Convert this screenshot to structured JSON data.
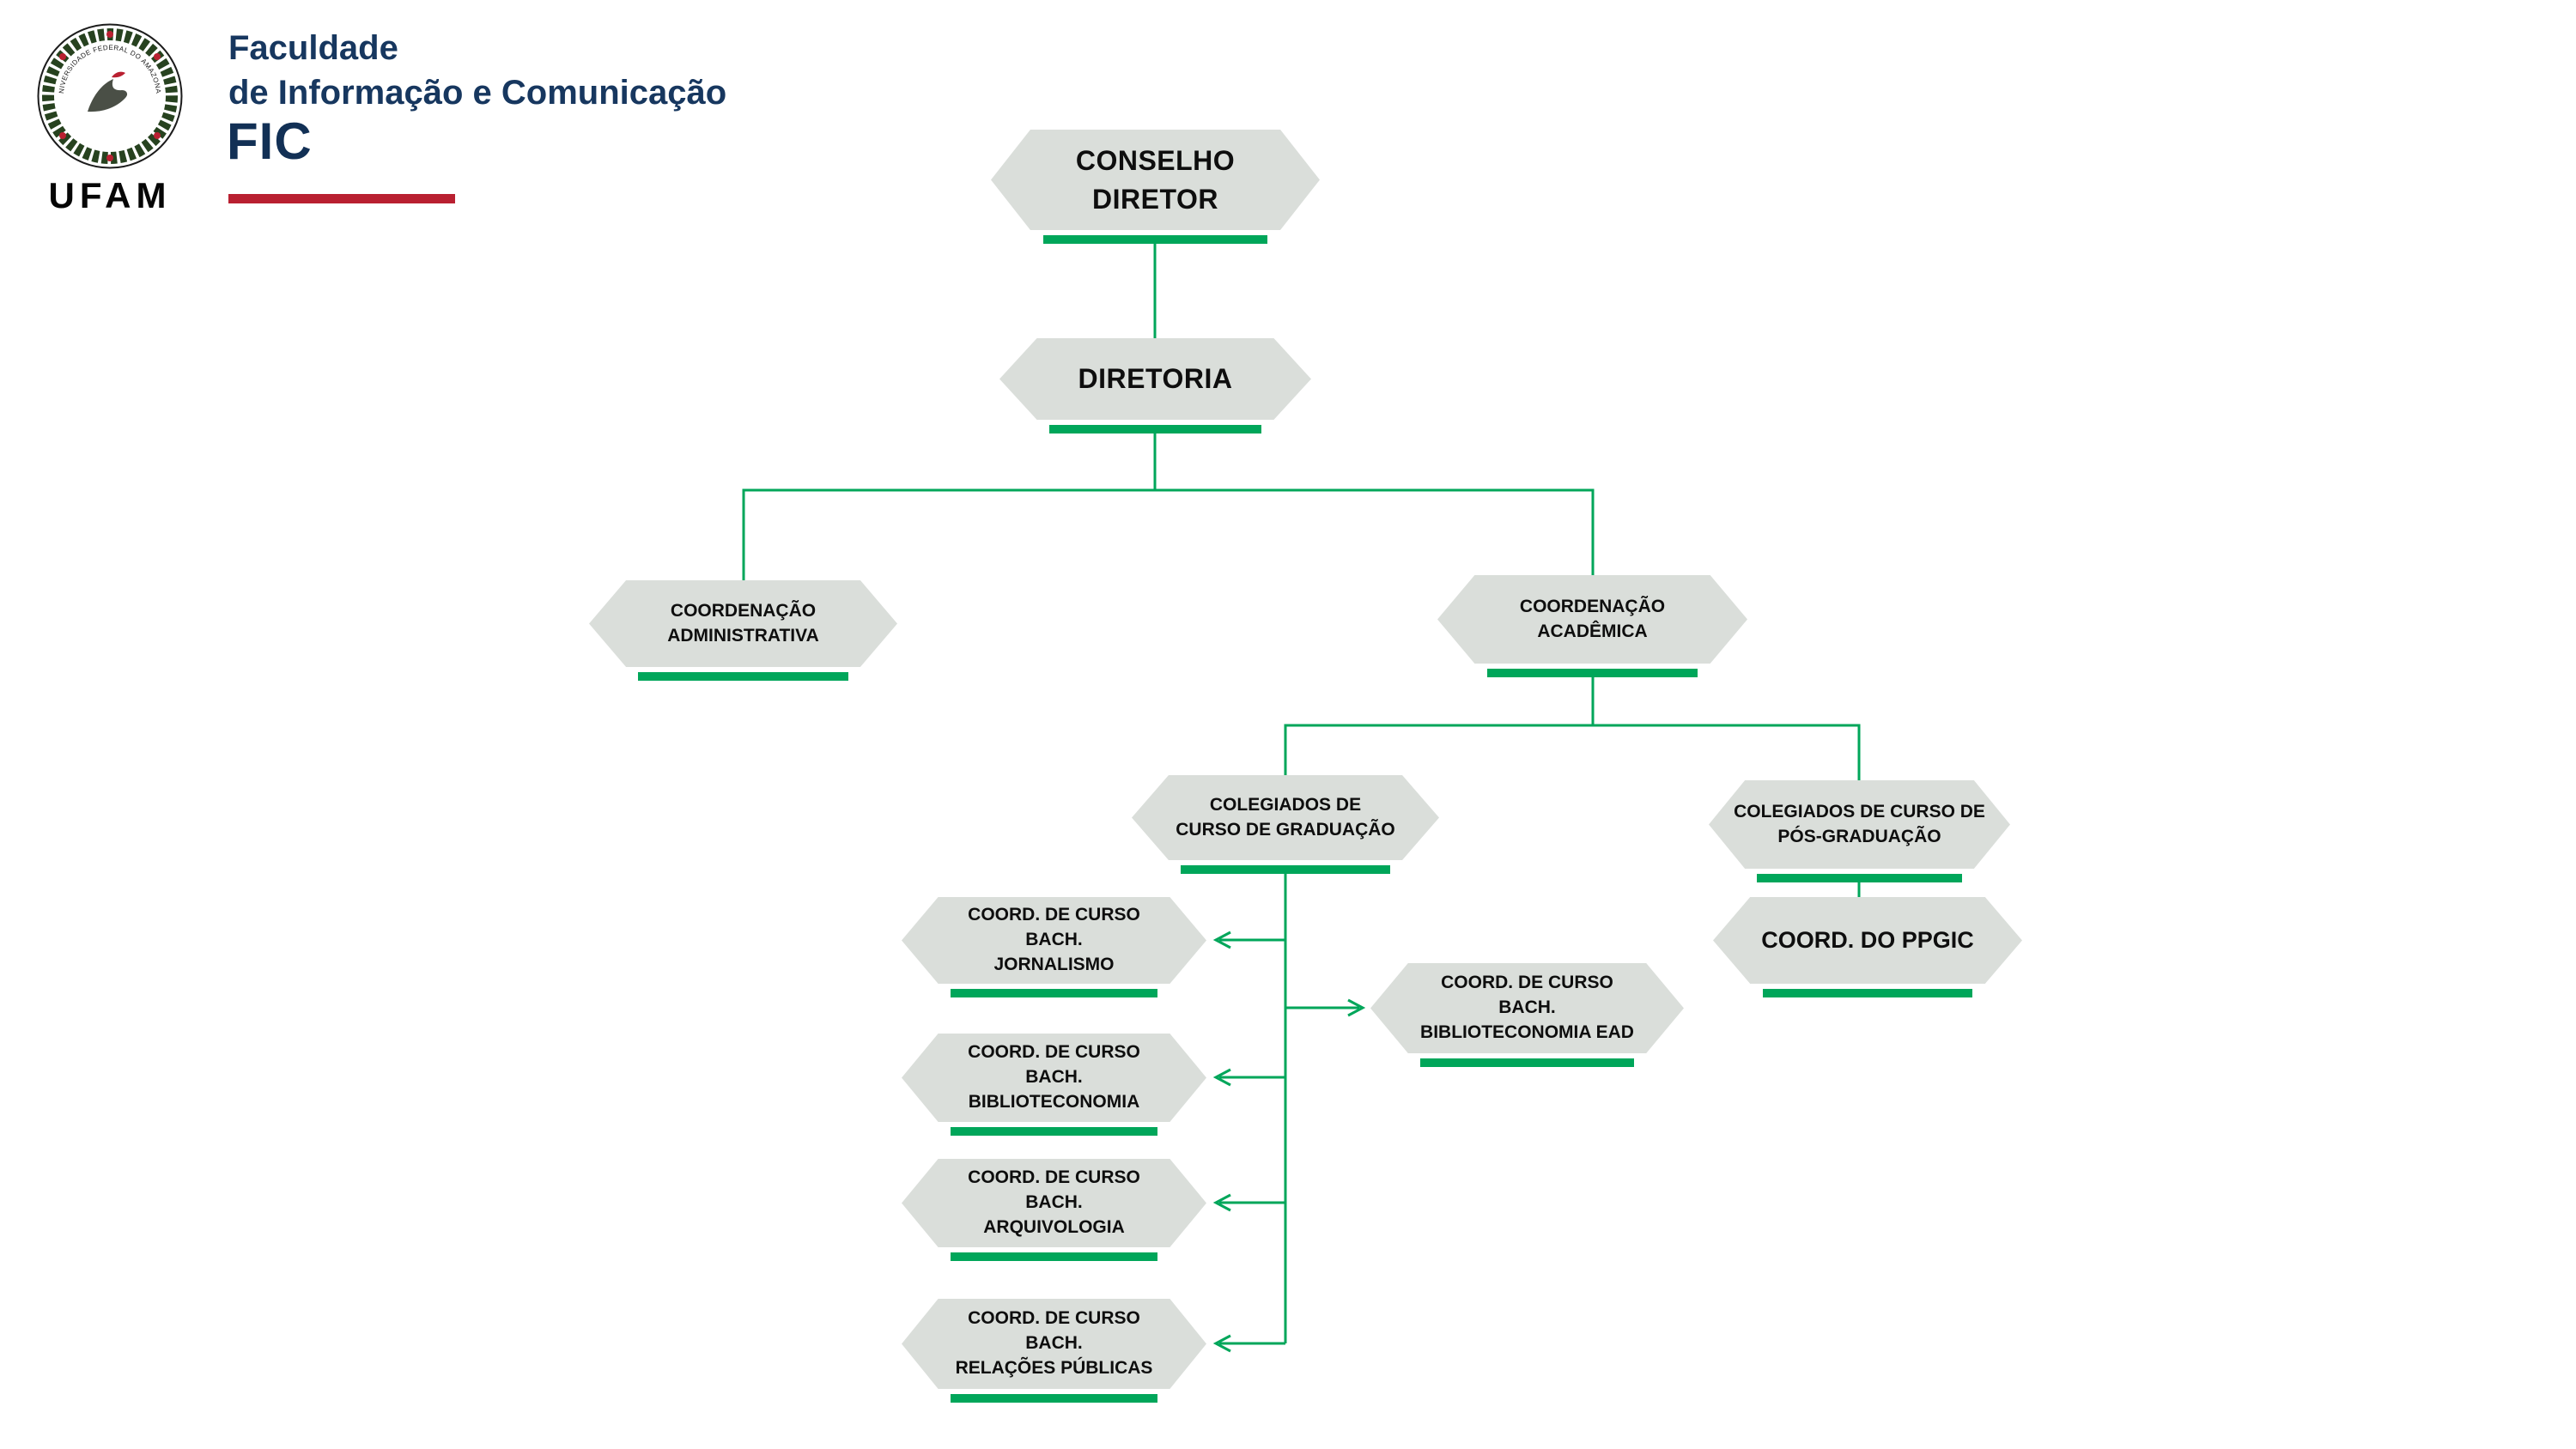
{
  "header": {
    "brand": {
      "line1": "Faculdade",
      "line2": "de Informação e Comunicação",
      "acronym": "FIC"
    },
    "logo": {
      "university": "UFAM",
      "seal_text": "UNIVERSIDADE FEDERAL DO AMAZONAS"
    }
  },
  "colors": {
    "node_fill": "#dadeda",
    "connector_green": "#00a65a",
    "brand_navy": "#17375f",
    "accent_red": "#b92031"
  },
  "org": {
    "nodes": {
      "conselho": {
        "label": "CONSELHO\nDIRETOR"
      },
      "diretoria": {
        "label": "DIRETORIA"
      },
      "coord_administrativa": {
        "label": "COORDENAÇÃO\nADMINISTRATIVA"
      },
      "coord_academica": {
        "label": "COORDENAÇÃO\nACADÊMICA"
      },
      "colegiados_graduacao": {
        "label": "COLEGIADOS DE\nCURSO DE GRADUAÇÃO"
      },
      "colegiados_pos": {
        "label": "COLEGIADOS DE CURSO DE\nPÓS-GRADUAÇÃO"
      },
      "coord_ppgic": {
        "label": "COORD. DO PPGIC"
      },
      "coord_jornalismo": {
        "label": "COORD. DE CURSO\nBACH.\nJORNALISMO"
      },
      "coord_biblioteconomia_ead": {
        "label": "COORD. DE CURSO\nBACH.\nBIBLIOTECONOMIA EAD"
      },
      "coord_biblioteconomia": {
        "label": "COORD. DE CURSO\nBACH.\nBIBLIOTECONOMIA"
      },
      "coord_arquivologia": {
        "label": "COORD. DE CURSO\nBACH.\nARQUIVOLOGIA"
      },
      "coord_relacoes_publicas": {
        "label": "COORD. DE CURSO\nBACH.\nRELAÇÕES PÚBLICAS"
      }
    },
    "edges": [
      {
        "from": "conselho",
        "to": "diretoria",
        "arrow": false
      },
      {
        "from": "diretoria",
        "to": "coord_administrativa",
        "arrow": false
      },
      {
        "from": "diretoria",
        "to": "coord_academica",
        "arrow": false
      },
      {
        "from": "coord_academica",
        "to": "colegiados_graduacao",
        "arrow": false
      },
      {
        "from": "coord_academica",
        "to": "colegiados_pos",
        "arrow": false
      },
      {
        "from": "colegiados_pos",
        "to": "coord_ppgic",
        "arrow": false
      },
      {
        "from": "colegiados_graduacao",
        "to": "coord_jornalismo",
        "arrow": true
      },
      {
        "from": "colegiados_graduacao",
        "to": "coord_biblioteconomia_ead",
        "arrow": true
      },
      {
        "from": "colegiados_graduacao",
        "to": "coord_biblioteconomia",
        "arrow": true
      },
      {
        "from": "colegiados_graduacao",
        "to": "coord_arquivologia",
        "arrow": true
      },
      {
        "from": "colegiados_graduacao",
        "to": "coord_relacoes_publicas",
        "arrow": true
      }
    ]
  }
}
